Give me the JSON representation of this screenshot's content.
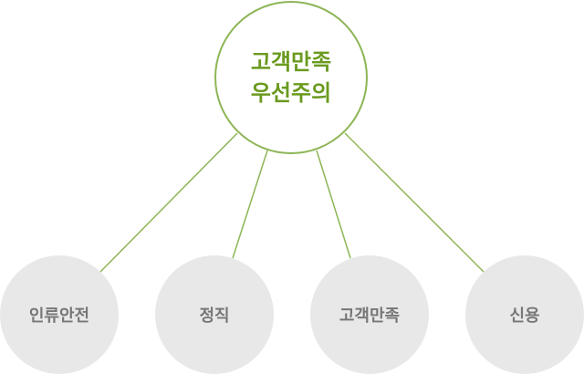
{
  "center": {
    "line1": "고객만족",
    "line2": "우선주의"
  },
  "nodes": [
    {
      "label": "인류안전"
    },
    {
      "label": "정직"
    },
    {
      "label": "고객만족"
    },
    {
      "label": "신용"
    }
  ],
  "colors": {
    "accent": "#8db556",
    "text_green": "#6a9a1f",
    "node_bg": "#e8e8e8",
    "node_text": "#777777"
  }
}
